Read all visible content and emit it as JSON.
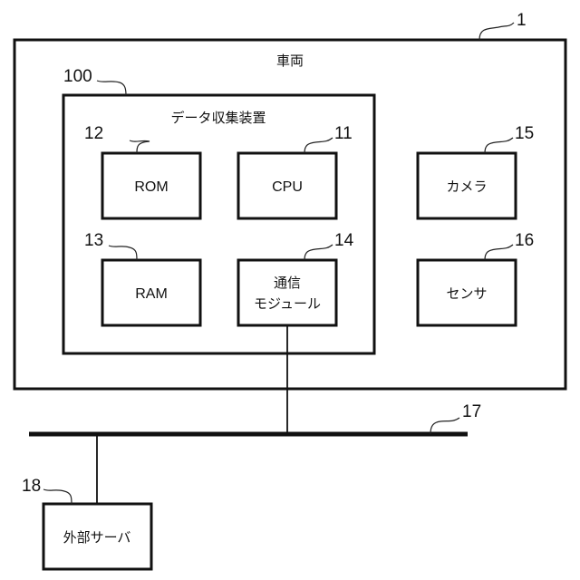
{
  "diagram": {
    "vehicle": {
      "label": "車両",
      "ref": "1"
    },
    "collector": {
      "label": "データ収集装置",
      "ref": "100"
    },
    "components": {
      "rom": {
        "label": "ROM",
        "ref": "12"
      },
      "cpu": {
        "label": "CPU",
        "ref": "11"
      },
      "ram": {
        "label": "RAM",
        "ref": "13"
      },
      "comm": {
        "label_line1": "通信",
        "label_line2": "モジュール",
        "ref": "14"
      },
      "camera": {
        "label": "カメラ",
        "ref": "15"
      },
      "sensor": {
        "label": "センサ",
        "ref": "16"
      }
    },
    "network": {
      "ref": "17"
    },
    "server": {
      "label": "外部サーバ",
      "ref": "18"
    }
  }
}
